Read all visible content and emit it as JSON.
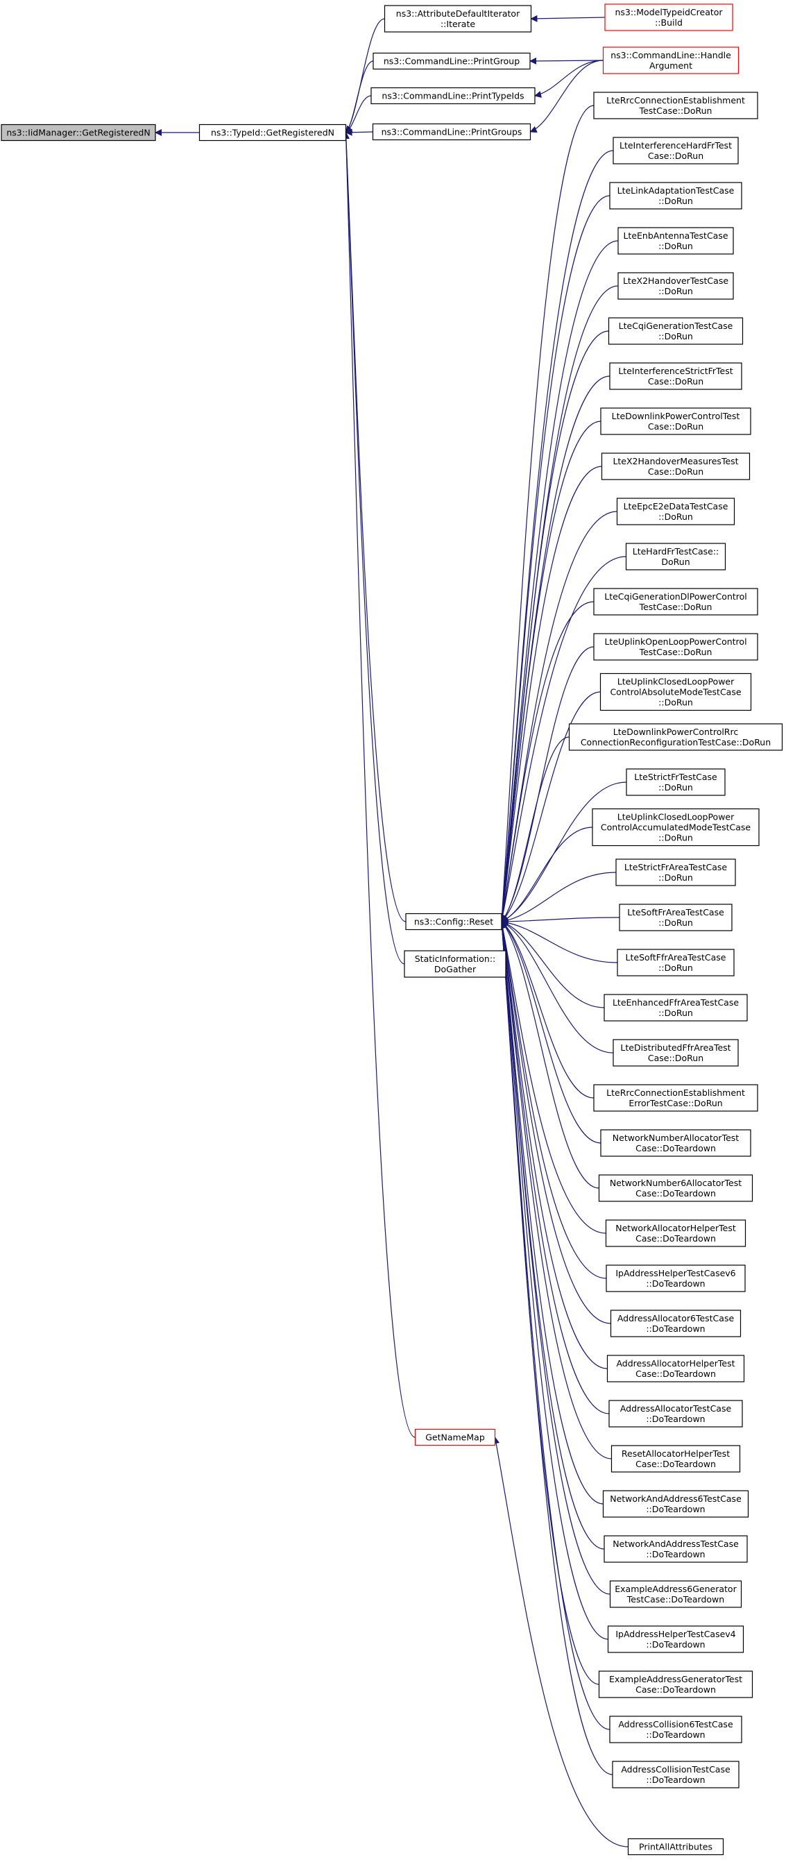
{
  "colors": {
    "edge": "#191970",
    "node_border": "#000000",
    "node_fill": "#ffffff",
    "root_fill": "#bfbfbf",
    "truncated_border": "#ff0000"
  },
  "nodes": [
    {
      "id": "root",
      "lines": [
        "ns3::IidManager::GetRegisteredN"
      ],
      "style": "root"
    },
    {
      "id": "typeid",
      "lines": [
        "ns3::TypeId::GetRegisteredN"
      ],
      "style": "normal"
    },
    {
      "id": "attrIter",
      "lines": [
        "ns3::AttributeDefaultIterator",
        "::Iterate"
      ],
      "style": "normal"
    },
    {
      "id": "printGroup",
      "lines": [
        "ns3::CommandLine::PrintGroup"
      ],
      "style": "normal"
    },
    {
      "id": "printTypeIds",
      "lines": [
        "ns3::CommandLine::PrintTypeIds"
      ],
      "style": "normal"
    },
    {
      "id": "printGroups",
      "lines": [
        "ns3::CommandLine::PrintGroups"
      ],
      "style": "normal"
    },
    {
      "id": "modelTypeid",
      "lines": [
        "ns3::ModelTypeidCreator",
        "::Build"
      ],
      "style": "truncated"
    },
    {
      "id": "handleArg",
      "lines": [
        "ns3::CommandLine::Handle",
        "Argument"
      ],
      "style": "truncated"
    },
    {
      "id": "configReset",
      "lines": [
        "ns3::Config::Reset"
      ],
      "style": "normal"
    },
    {
      "id": "staticInfo",
      "lines": [
        "StaticInformation::",
        "DoGather"
      ],
      "style": "normal"
    },
    {
      "id": "getNameMap",
      "lines": [
        "GetNameMap"
      ],
      "style": "truncated"
    },
    {
      "id": "printAll",
      "lines": [
        "PrintAllAttributes"
      ],
      "style": "normal"
    },
    {
      "id": "c0",
      "lines": [
        "LteRrcConnectionEstablishment",
        "TestCase::DoRun"
      ],
      "style": "normal"
    },
    {
      "id": "c1",
      "lines": [
        "LteInterferenceHardFrTest",
        "Case::DoRun"
      ],
      "style": "normal"
    },
    {
      "id": "c2",
      "lines": [
        "LteLinkAdaptationTestCase",
        "::DoRun"
      ],
      "style": "normal"
    },
    {
      "id": "c3",
      "lines": [
        "LteEnbAntennaTestCase",
        "::DoRun"
      ],
      "style": "normal"
    },
    {
      "id": "c4",
      "lines": [
        "LteX2HandoverTestCase",
        "::DoRun"
      ],
      "style": "normal"
    },
    {
      "id": "c5",
      "lines": [
        "LteCqiGenerationTestCase",
        "::DoRun"
      ],
      "style": "normal"
    },
    {
      "id": "c6",
      "lines": [
        "LteInterferenceStrictFrTest",
        "Case::DoRun"
      ],
      "style": "normal"
    },
    {
      "id": "c7",
      "lines": [
        "LteDownlinkPowerControlTest",
        "Case::DoRun"
      ],
      "style": "normal"
    },
    {
      "id": "c8",
      "lines": [
        "LteX2HandoverMeasuresTest",
        "Case::DoRun"
      ],
      "style": "normal"
    },
    {
      "id": "c9",
      "lines": [
        "LteEpcE2eDataTestCase",
        "::DoRun"
      ],
      "style": "normal"
    },
    {
      "id": "c10",
      "lines": [
        "LteHardFrTestCase::",
        "DoRun"
      ],
      "style": "normal"
    },
    {
      "id": "c11",
      "lines": [
        "LteCqiGenerationDlPowerControl",
        "TestCase::DoRun"
      ],
      "style": "normal"
    },
    {
      "id": "c12",
      "lines": [
        "LteUplinkOpenLoopPowerControl",
        "TestCase::DoRun"
      ],
      "style": "normal"
    },
    {
      "id": "c13",
      "lines": [
        "LteUplinkClosedLoopPower",
        "ControlAbsoluteModeTestCase",
        "::DoRun"
      ],
      "style": "normal"
    },
    {
      "id": "c14",
      "lines": [
        "LteDownlinkPowerControlRrc",
        "ConnectionReconfigurationTestCase::DoRun"
      ],
      "style": "normal"
    },
    {
      "id": "c15",
      "lines": [
        "LteStrictFrTestCase",
        "::DoRun"
      ],
      "style": "normal"
    },
    {
      "id": "c16",
      "lines": [
        "LteUplinkClosedLoopPower",
        "ControlAccumulatedModeTestCase",
        "::DoRun"
      ],
      "style": "normal"
    },
    {
      "id": "c17",
      "lines": [
        "LteStrictFrAreaTestCase",
        "::DoRun"
      ],
      "style": "normal"
    },
    {
      "id": "c18",
      "lines": [
        "LteSoftFrAreaTestCase",
        "::DoRun"
      ],
      "style": "normal"
    },
    {
      "id": "c19",
      "lines": [
        "LteSoftFfrAreaTestCase",
        "::DoRun"
      ],
      "style": "normal"
    },
    {
      "id": "c20",
      "lines": [
        "LteEnhancedFfrAreaTestCase",
        "::DoRun"
      ],
      "style": "normal"
    },
    {
      "id": "c21",
      "lines": [
        "LteDistributedFfrAreaTest",
        "Case::DoRun"
      ],
      "style": "normal"
    },
    {
      "id": "c22",
      "lines": [
        "LteRrcConnectionEstablishment",
        "ErrorTestCase::DoRun"
      ],
      "style": "normal"
    },
    {
      "id": "c23",
      "lines": [
        "NetworkNumberAllocatorTest",
        "Case::DoTeardown"
      ],
      "style": "normal"
    },
    {
      "id": "c24",
      "lines": [
        "NetworkNumber6AllocatorTest",
        "Case::DoTeardown"
      ],
      "style": "normal"
    },
    {
      "id": "c25",
      "lines": [
        "NetworkAllocatorHelperTest",
        "Case::DoTeardown"
      ],
      "style": "normal"
    },
    {
      "id": "c26",
      "lines": [
        "IpAddressHelperTestCasev6",
        "::DoTeardown"
      ],
      "style": "normal"
    },
    {
      "id": "c27",
      "lines": [
        "AddressAllocator6TestCase",
        "::DoTeardown"
      ],
      "style": "normal"
    },
    {
      "id": "c28",
      "lines": [
        "AddressAllocatorHelperTest",
        "Case::DoTeardown"
      ],
      "style": "normal"
    },
    {
      "id": "c29",
      "lines": [
        "AddressAllocatorTestCase",
        "::DoTeardown"
      ],
      "style": "normal"
    },
    {
      "id": "c30",
      "lines": [
        "ResetAllocatorHelperTest",
        "Case::DoTeardown"
      ],
      "style": "normal"
    },
    {
      "id": "c31",
      "lines": [
        "NetworkAndAddress6TestCase",
        "::DoTeardown"
      ],
      "style": "normal"
    },
    {
      "id": "c32",
      "lines": [
        "NetworkAndAddressTestCase",
        "::DoTeardown"
      ],
      "style": "normal"
    },
    {
      "id": "c33",
      "lines": [
        "ExampleAddress6Generator",
        "TestCase::DoTeardown"
      ],
      "style": "normal"
    },
    {
      "id": "c34",
      "lines": [
        "IpAddressHelperTestCasev4",
        "::DoTeardown"
      ],
      "style": "normal"
    },
    {
      "id": "c35",
      "lines": [
        "ExampleAddressGeneratorTest",
        "Case::DoTeardown"
      ],
      "style": "normal"
    },
    {
      "id": "c36",
      "lines": [
        "AddressCollision6TestCase",
        "::DoTeardown"
      ],
      "style": "normal"
    },
    {
      "id": "c37",
      "lines": [
        "AddressCollisionTestCase",
        "::DoTeardown"
      ],
      "style": "normal"
    }
  ],
  "edges": [
    [
      "typeid",
      "root"
    ],
    [
      "attrIter",
      "typeid"
    ],
    [
      "printGroup",
      "typeid"
    ],
    [
      "printTypeIds",
      "typeid"
    ],
    [
      "printGroups",
      "typeid"
    ],
    [
      "configReset",
      "typeid"
    ],
    [
      "staticInfo",
      "typeid"
    ],
    [
      "getNameMap",
      "typeid"
    ],
    [
      "modelTypeid",
      "attrIter"
    ],
    [
      "handleArg",
      "printGroup"
    ],
    [
      "handleArg",
      "printTypeIds"
    ],
    [
      "handleArg",
      "printGroups"
    ],
    [
      "printAll",
      "getNameMap"
    ],
    [
      "c0",
      "configReset"
    ],
    [
      "c1",
      "configReset"
    ],
    [
      "c2",
      "configReset"
    ],
    [
      "c3",
      "configReset"
    ],
    [
      "c4",
      "configReset"
    ],
    [
      "c5",
      "configReset"
    ],
    [
      "c6",
      "configReset"
    ],
    [
      "c7",
      "configReset"
    ],
    [
      "c8",
      "configReset"
    ],
    [
      "c9",
      "configReset"
    ],
    [
      "c10",
      "configReset"
    ],
    [
      "c11",
      "configReset"
    ],
    [
      "c12",
      "configReset"
    ],
    [
      "c13",
      "configReset"
    ],
    [
      "c14",
      "configReset"
    ],
    [
      "c15",
      "configReset"
    ],
    [
      "c16",
      "configReset"
    ],
    [
      "c17",
      "configReset"
    ],
    [
      "c18",
      "configReset"
    ],
    [
      "c19",
      "configReset"
    ],
    [
      "c20",
      "configReset"
    ],
    [
      "c21",
      "configReset"
    ],
    [
      "c22",
      "configReset"
    ],
    [
      "c23",
      "configReset"
    ],
    [
      "c24",
      "configReset"
    ],
    [
      "c25",
      "configReset"
    ],
    [
      "c26",
      "configReset"
    ],
    [
      "c27",
      "configReset"
    ],
    [
      "c28",
      "configReset"
    ],
    [
      "c29",
      "configReset"
    ],
    [
      "c30",
      "configReset"
    ],
    [
      "c31",
      "configReset"
    ],
    [
      "c32",
      "configReset"
    ],
    [
      "c33",
      "configReset"
    ],
    [
      "c34",
      "configReset"
    ],
    [
      "c35",
      "configReset"
    ],
    [
      "c36",
      "configReset"
    ],
    [
      "c37",
      "configReset"
    ]
  ]
}
